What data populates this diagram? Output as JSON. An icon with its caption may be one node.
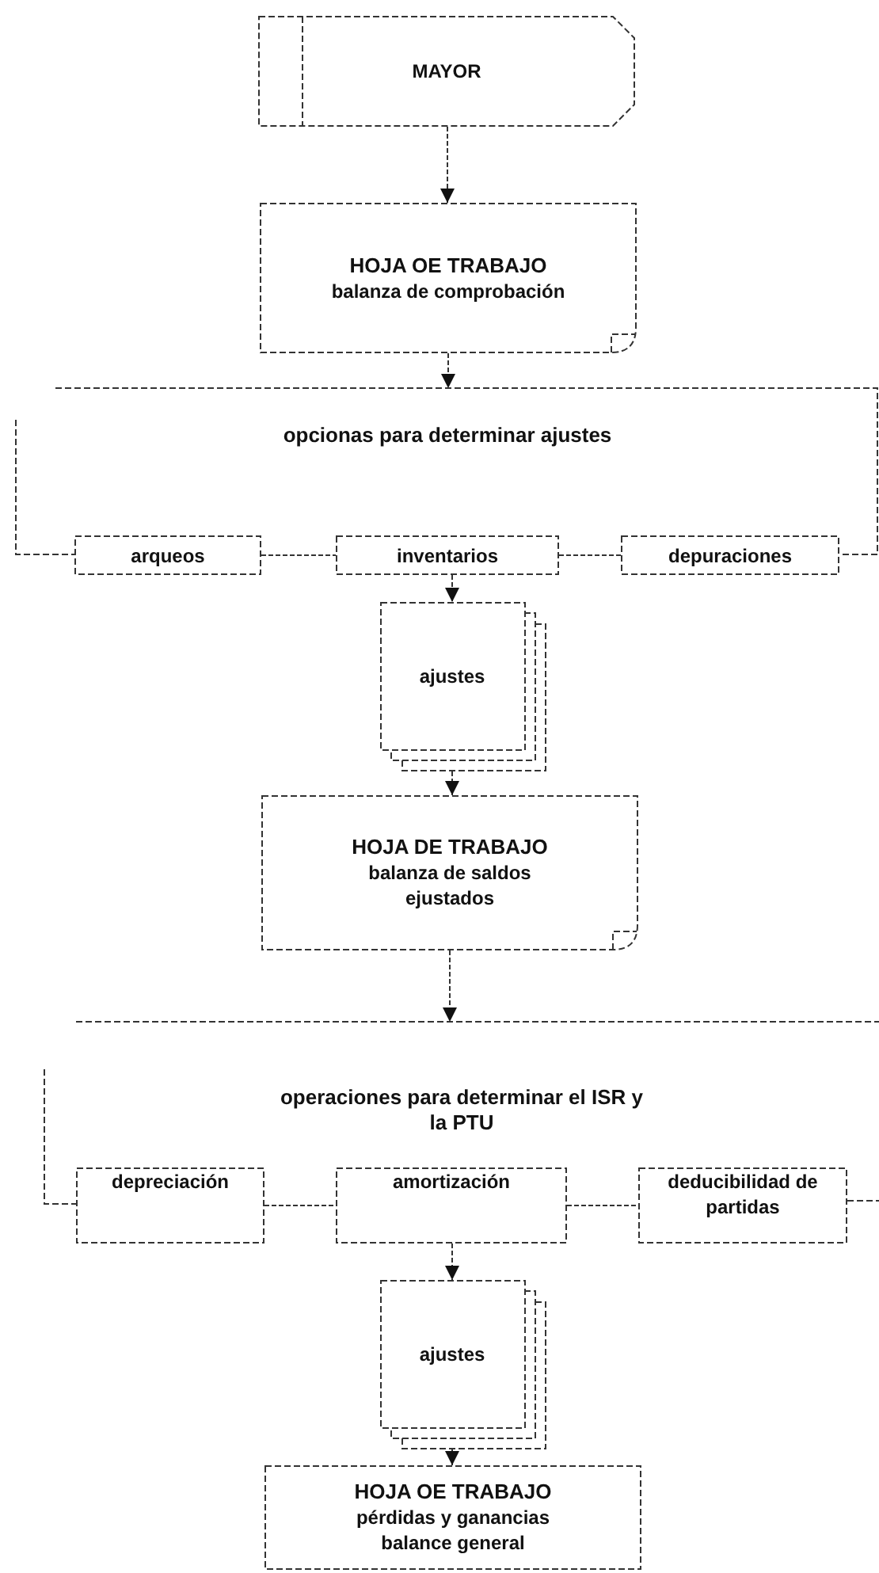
{
  "diagram": {
    "nodes": [
      {
        "text": [
          "MAYOR"
        ]
      },
      {
        "text": [
          "HOJA OE TRABAJO",
          "balanza de comprobación"
        ]
      },
      {
        "text": [
          "opcionas para determinar ajustes"
        ]
      },
      {
        "text": [
          "arqueos"
        ],
        "in": 2
      },
      {
        "text": [
          "inventarios"
        ],
        "in": 2
      },
      {
        "text": [
          "depuraciones"
        ],
        "in": 2
      },
      {
        "text": [
          "ajustes"
        ]
      },
      {
        "text": [
          "HOJA DE TRABAJO",
          "balanza de saldos ejustados"
        ]
      },
      {
        "text": [
          "operaciones para determinar el ISR y la PTU"
        ]
      },
      {
        "text": [
          "depreciación"
        ],
        "in": 8
      },
      {
        "text": [
          "amortización"
        ],
        "in": 8
      },
      {
        "text": [
          "deducibilidad de partidas"
        ],
        "in": 8
      },
      {
        "text": [
          "ajustes"
        ]
      },
      {
        "text": [
          "HOJA OE TRABAJO",
          "pérdidas y ganancias",
          "balance general"
        ]
      }
    ],
    "edges": [
      {
        "from": 0,
        "to": 1,
        "arrow": "to"
      },
      {
        "from": 1,
        "to": 2,
        "arrow": "to"
      },
      {
        "from": 3,
        "to": 4,
        "arrow": "none"
      },
      {
        "from": 4,
        "to": 5,
        "arrow": "none"
      },
      {
        "from": 4,
        "to": 6,
        "arrow": "to"
      },
      {
        "from": 6,
        "to": 7,
        "arrow": "to"
      },
      {
        "from": 7,
        "to": 8,
        "arrow": "to"
      },
      {
        "from": 9,
        "to": 10,
        "arrow": "none"
      },
      {
        "from": 10,
        "to": 11,
        "arrow": "none"
      },
      {
        "from": 10,
        "to": 12,
        "arrow": "to"
      },
      {
        "from": 12,
        "to": 13,
        "arrow": "to"
      }
    ]
  }
}
